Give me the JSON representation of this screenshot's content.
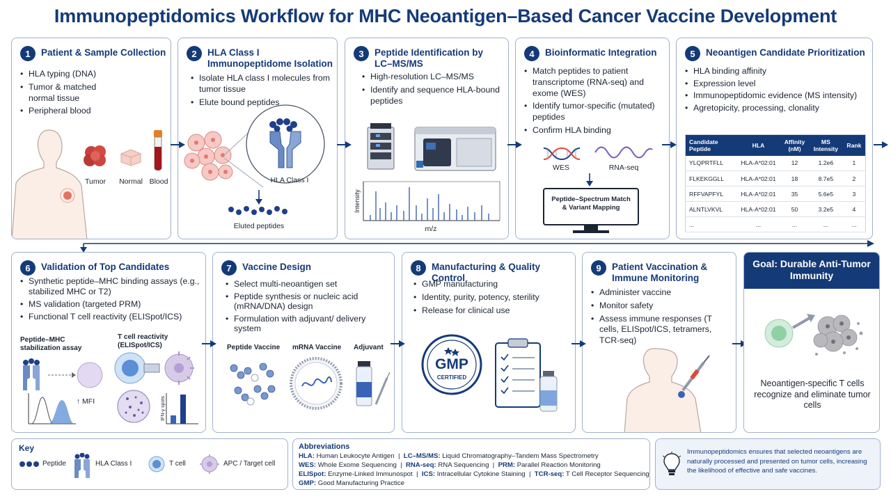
{
  "title": "Immunopeptidomics Workflow for MHC Neoantigen–Based Cancer Vaccine Development",
  "colors": {
    "navy": "#143a78",
    "accent": "#d94a3a",
    "border": "#9fb1cc"
  },
  "steps": [
    {
      "num": "1",
      "title": "Patient & Sample Collection",
      "bullets": [
        "HLA typing (DNA)",
        "Tumor & matched normal tissue",
        "Peripheral blood"
      ],
      "labels": [
        "Tumor",
        "Normal",
        "Blood"
      ]
    },
    {
      "num": "2",
      "title": "HLA Class I Immunopeptidome Isolation",
      "bullets": [
        "Isolate HLA class I molecules from tumor tissue",
        "Elute bound peptides"
      ],
      "labels": [
        "HLA Class I",
        "Eluted peptides"
      ]
    },
    {
      "num": "3",
      "title": "Peptide Identification by LC–MS/MS",
      "bullets": [
        "High-resolution LC–MS/MS",
        "Identify and sequence HLA-bound peptides"
      ],
      "labels": [
        "Intensity",
        "m/z"
      ]
    },
    {
      "num": "4",
      "title": "Bioinformatic Integration",
      "bullets": [
        "Match peptides to patient transcriptome (RNA-seq) and exome (WES)",
        "Identify tumor-specific (mutated) peptides",
        "Confirm HLA binding"
      ],
      "labels": [
        "WES",
        "RNA-seq",
        "Peptide–Spectrum Match & Variant Mapping"
      ]
    },
    {
      "num": "5",
      "title": "Neoantigen Candidate Prioritization",
      "bullets": [
        "HLA binding affinity",
        "Expression level",
        "Immunopeptidomic evidence (MS intensity)",
        "Agretopicity, processing, clonality"
      ]
    },
    {
      "num": "6",
      "title": "Validation of Top Candidates",
      "bullets": [
        "Synthetic peptide–MHC binding assays (e.g., stabilized MHC or T2)",
        "MS validation (targeted PRM)",
        "Functional T cell reactivity (ELISpot/ICS)"
      ],
      "labels": [
        "Peptide–MHC stabilization assay",
        "T cell reactivity (ELISpot/ICS)",
        "↑ MFI",
        "IFN-γ spots"
      ]
    },
    {
      "num": "7",
      "title": "Vaccine Design",
      "bullets": [
        "Select multi-neoantigen set",
        "Peptide synthesis or nucleic acid (mRNA/DNA) design",
        "Formulation with adjuvant/ delivery system"
      ],
      "labels": [
        "Peptide Vaccine",
        "mRNA Vaccine",
        "Adjuvant"
      ]
    },
    {
      "num": "8",
      "title": "Manufacturing & Quality Control",
      "bullets": [
        "GMP manufacturing",
        "Identity, purity, potency, sterility",
        "Release for clinical use"
      ],
      "labels": [
        "GMP",
        "CERTIFIED"
      ]
    },
    {
      "num": "9",
      "title": "Patient Vaccination & Immune Monitoring",
      "bullets": [
        "Administer vaccine",
        "Monitor safety",
        "Assess immune responses (T cells, ELISpot/ICS, tetramers, TCR-seq)"
      ]
    }
  ],
  "table": {
    "headers": [
      "Candidate Peptide",
      "HLA",
      "Affinity (nM)",
      "MS Intensity",
      "Rank"
    ],
    "rows": [
      [
        "YLQPRTFLL",
        "HLA-A*02:01",
        "12",
        "1.2e6",
        "1"
      ],
      [
        "FLKEKGGLL",
        "HLA-A*02:01",
        "18",
        "8.7e5",
        "2"
      ],
      [
        "RFFVAPFYL",
        "HLA-A*02:01",
        "35",
        "5.6e5",
        "3"
      ],
      [
        "ALNTLVKVL",
        "HLA-A*02:01",
        "50",
        "3.2e5",
        "4"
      ],
      [
        "...",
        "...",
        "...",
        "...",
        "..."
      ]
    ]
  },
  "goal": {
    "title": "Goal: Durable Anti-Tumor Immunity",
    "text": "Neoantigen-specific T cells recognize and eliminate tumor cells"
  },
  "key": {
    "title": "Key",
    "items": [
      "Peptide",
      "HLA Class I",
      "T cell",
      "APC / Target cell"
    ]
  },
  "abbreviations": {
    "title": "Abbreviations",
    "lines": [
      [
        [
          "HLA:",
          "Human Leukocyte Antigen"
        ],
        [
          "LC–MS/MS:",
          "Liquid Chromatography–Tandem Mass Spectrometry"
        ]
      ],
      [
        [
          "WES:",
          "Whole Exome Sequencing"
        ],
        [
          "RNA-seq:",
          "RNA Sequencing"
        ],
        [
          "PRM:",
          "Parallel Reaction Monitoring"
        ]
      ],
      [
        [
          "ELISpot:",
          "Enzyme-Linked Immunospot"
        ],
        [
          "ICS:",
          "Intracellular Cytokine Staining"
        ],
        [
          "TCR-seq:",
          "T Cell Receptor Sequencing"
        ]
      ],
      [
        [
          "GMP:",
          "Good Manufacturing Practice"
        ]
      ]
    ]
  },
  "note": "Immunopeptidomics ensures that selected neoantigens are naturally processed and presented on tumor cells, increasing the likelihood of effective and safe vaccines."
}
